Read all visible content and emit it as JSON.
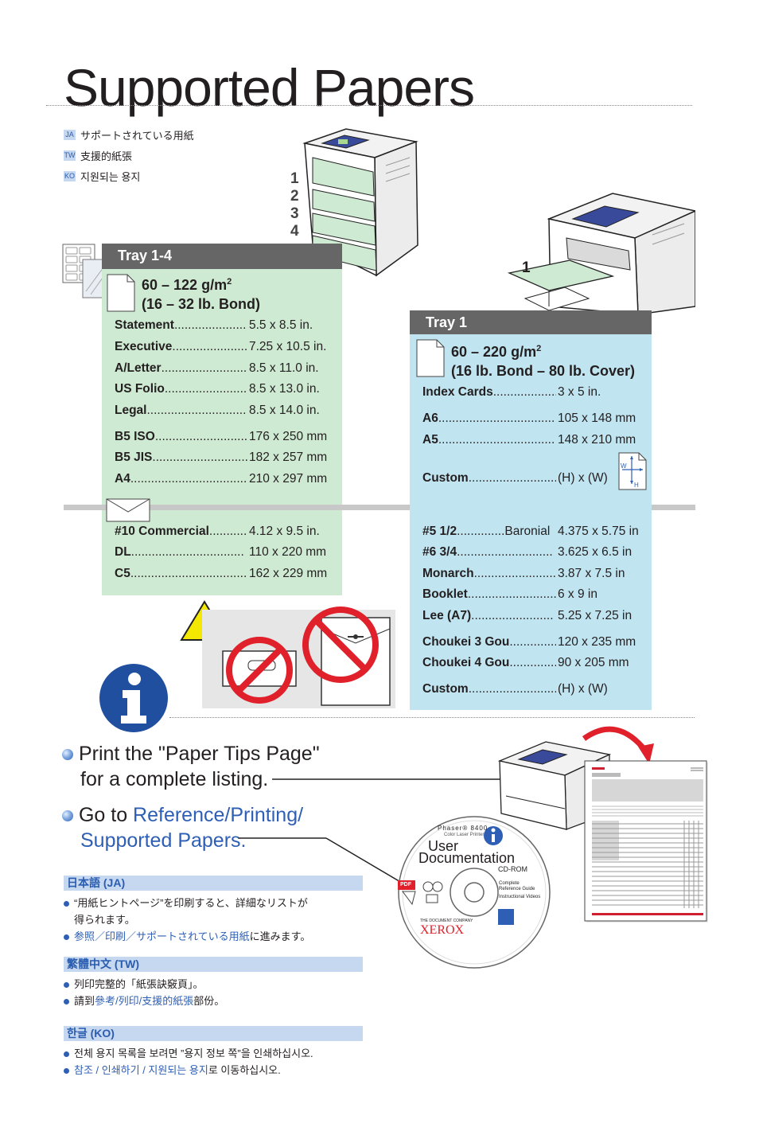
{
  "title": "Supported Papers",
  "translations": [
    {
      "tag": "JA",
      "text": "サポートされている用紙"
    },
    {
      "tag": "TW",
      "text": "支援的紙張"
    },
    {
      "tag": "KO",
      "text": "지원되는 용지"
    }
  ],
  "tray_numbers": [
    "1",
    "2",
    "3",
    "4"
  ],
  "tray1_callout": "1",
  "tray14": {
    "tab": "Tray 1-4",
    "weight_line1": "60 – 122 g/m",
    "weight_sup": "2",
    "weight_line2": "(16 – 32 lb. Bond)",
    "papers": [
      {
        "name": "Statement",
        "dots": ".....................",
        "size": "5.5 x 8.5 in."
      },
      {
        "name": "Executive",
        "dots": "......................",
        "size": "7.25 x 10.5 in."
      },
      {
        "name": "A/Letter",
        "dots": ".........................",
        "size": "8.5 x 11.0 in."
      },
      {
        "name": "US Folio",
        "dots": "........................",
        "size": "8.5 x 13.0 in."
      },
      {
        "name": "Legal",
        "dots": ".............................",
        "size": "8.5 x 14.0 in."
      },
      {
        "name": "B5 ISO",
        "dots": "...........................",
        "size": "176 x 250 mm"
      },
      {
        "name": "B5 JIS",
        "dots": "............................",
        "size": "182 x 257 mm"
      },
      {
        "name": "A4",
        "dots": "..................................",
        "size": "210 x 297 mm"
      }
    ],
    "envelopes": [
      {
        "name": "#10 Commercial",
        "dots": "...........",
        "size": "4.12 x 9.5 in."
      },
      {
        "name": "DL",
        "dots": ".................................",
        "size": "110 x 220 mm"
      },
      {
        "name": "C5",
        "dots": "..................................",
        "size": "162 x 229 mm"
      }
    ]
  },
  "tray1": {
    "tab": "Tray 1",
    "weight_line1": "60 – 220 g/m",
    "weight_sup": "2",
    "weight_line2": "(16 lb. Bond – 80 lb. Cover)",
    "papers": [
      {
        "name": "Index Cards",
        "dots": "...................",
        "size": "3 x 5 in."
      },
      {
        "name": "A6",
        "dots": "..................................",
        "size": "105 x 148 mm"
      },
      {
        "name": "A5",
        "dots": "..................................",
        "size": "148 x 210 mm"
      },
      {
        "name": "Custom",
        "dots": "..........................",
        "size": "(H) x (W)"
      }
    ],
    "custom_icon": {
      "w": "W",
      "h": "H"
    },
    "envelopes": [
      {
        "name": "#5 1/2",
        "dots": "..............Baronial",
        "size": "4.375 x 5.75 in"
      },
      {
        "name": "#6 3/4",
        "dots": "............................",
        "size": "3.625 x 6.5 in"
      },
      {
        "name": "Monarch",
        "dots": "........................",
        "size": "3.87 x 7.5 in"
      },
      {
        "name": "Booklet",
        "dots": "..........................",
        "size": "6 x 9 in"
      },
      {
        "name": "Lee (A7)",
        "dots": "........................",
        "size": "5.25 x 7.25 in"
      },
      {
        "name": "Choukei 3 Gou",
        "dots": "..............",
        "size": "120 x 235 mm"
      },
      {
        "name": "Choukei 4 Gou",
        "dots": "..............",
        "size": "90 x 205 mm"
      },
      {
        "name": "Custom",
        "dots": "..........................",
        "size": "(H) x (W)"
      }
    ]
  },
  "warning_glyph": "!",
  "tips": {
    "line1": "Print the \"Paper Tips Page\"",
    "line2": "for a complete listing.",
    "goto_prefix": "Go to ",
    "goto_link1": "Reference/Printing/",
    "goto_link2": "Supported Papers."
  },
  "cd": {
    "product": "Phaser® 8400",
    "product_sub": "Color Laser Printer",
    "user": "User",
    "documentation": "Documentation",
    "cdrom": "CD-ROM",
    "items": [
      "Complete",
      "Reference Guide",
      "Instructional Videos"
    ],
    "company": "THE DOCUMENT COMPANY",
    "brand": "XEROX",
    "pdf": "PDF"
  },
  "languages": [
    {
      "head": "日本語 (JA)",
      "lines": [
        {
          "pre": "“用紙ヒントページ”を印刷すると、詳細なリストが",
          "link": "",
          "post": ""
        },
        {
          "pre": "得られます。",
          "link": "",
          "post": "",
          "cont": true
        },
        {
          "pre": "",
          "link": "参照／印刷／サポートされている用紙",
          "post": "に進みます。"
        }
      ]
    },
    {
      "head": "繁體中文 (TW)",
      "lines": [
        {
          "pre": "列印完整的「紙張訣竅頁」。",
          "link": "",
          "post": ""
        },
        {
          "pre": "請到",
          "link": "參考/列印/支援的紙張",
          "post": "部份。"
        }
      ]
    },
    {
      "head": "한글 (KO)",
      "lines": [
        {
          "pre": "전체 용지 목록을 보려면 ”용지 정보 쪽”을 인쇄하십시오.",
          "link": "",
          "post": ""
        },
        {
          "pre": "",
          "link": "참조 / 인쇄하기 / 지원되는 용지",
          "post": "로 이동하십시오."
        }
      ]
    }
  ],
  "colors": {
    "tray14_bg": "#cfead2",
    "tray1_bg": "#c0e4f0",
    "tab_bg": "#666666",
    "link": "#2e5fb5",
    "prohibit": "#e0202a",
    "info": "#1f4f9e",
    "warning": "#f5e800"
  }
}
